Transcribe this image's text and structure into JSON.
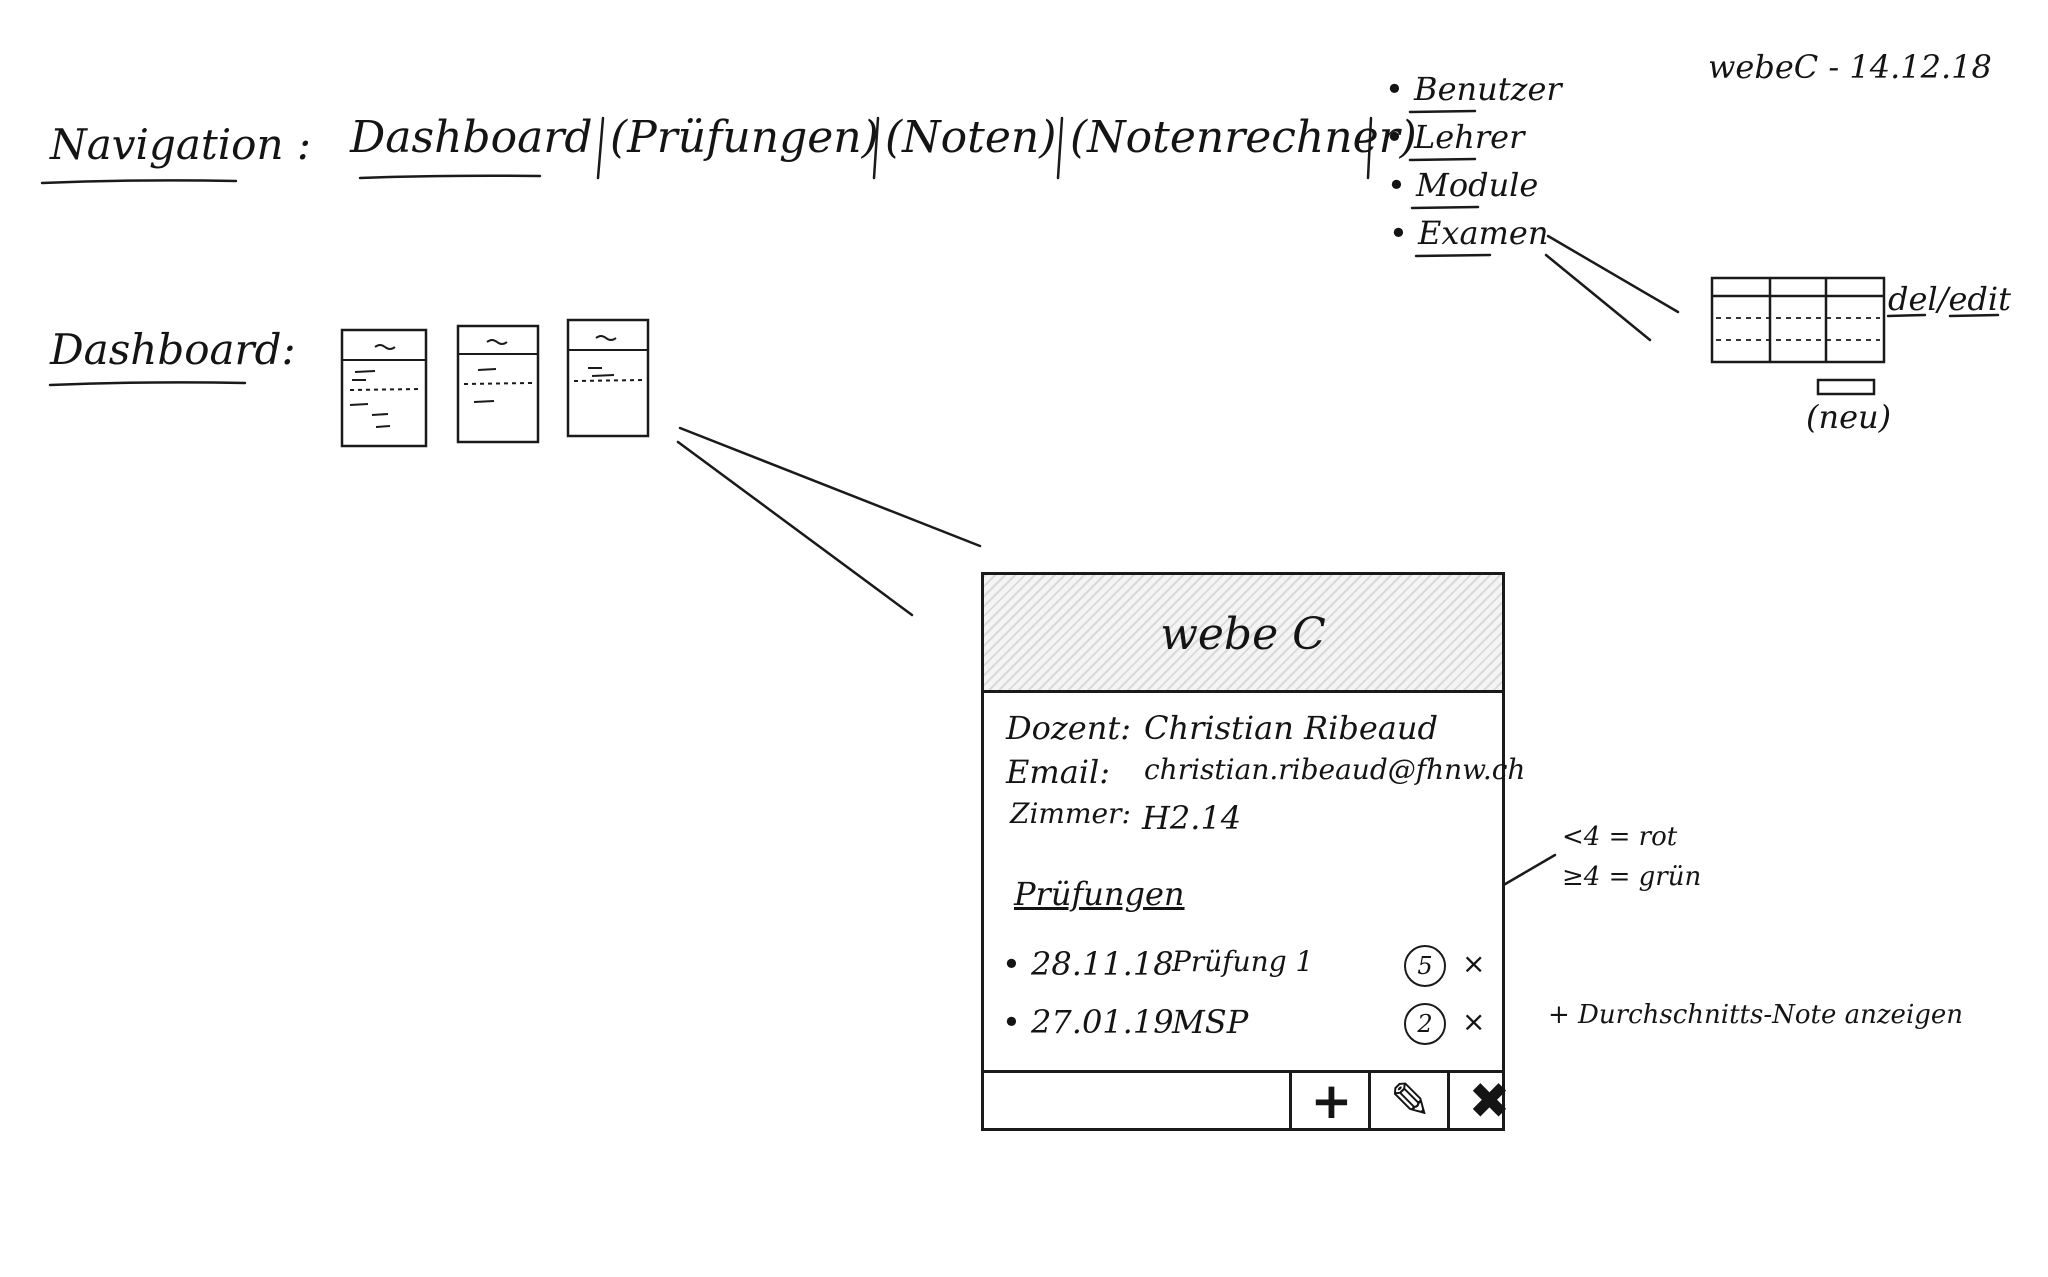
{
  "meta_stamp": "webeC - 14.12.18",
  "navigation": {
    "label": "Navigation :",
    "items": [
      "Dashboard",
      "(Prüfungen)",
      "(Noten)",
      "(Notenrechner)"
    ],
    "separator": "|",
    "admin_menu": [
      "Benutzer",
      "Lehrer",
      "Module",
      "Examen"
    ]
  },
  "admin_table": {
    "action_label": "del/edit",
    "new_label": "(neu)"
  },
  "dashboard": {
    "label": "Dashboard:"
  },
  "card": {
    "title": "webe C",
    "dozent_label": "Dozent:",
    "dozent_value": "Christian Ribeaud",
    "email_label": "Email:",
    "email_value": "christian.ribeaud@fhnw.ch",
    "zimmer_label": "Zimmer:",
    "zimmer_value": "H2.14",
    "exams_heading": "Prüfungen",
    "exams": [
      {
        "date": "28.11.18",
        "name": "Prüfung 1",
        "grade": "5",
        "delete": "×"
      },
      {
        "date": "27.01.19",
        "name": "MSP",
        "grade": "2",
        "delete": "×"
      }
    ],
    "footer_buttons": {
      "add": "+",
      "edit": "✎",
      "delete": "✖"
    }
  },
  "notes": {
    "grade_rule_low": "<4 = rot",
    "grade_rule_high": "≥4 = grün",
    "average": "+ Durchschnitts-Note anzeigen"
  }
}
